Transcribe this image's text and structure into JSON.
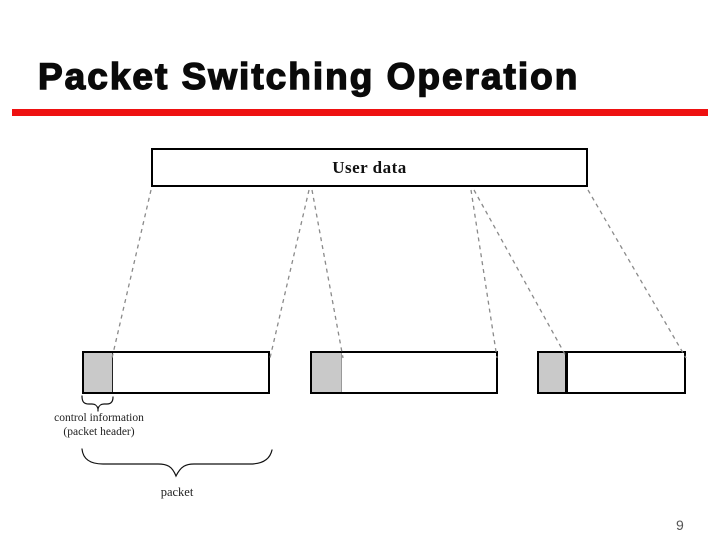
{
  "slide": {
    "title": "Packet Switching Operation",
    "page_number": "9",
    "accent_color": "#ee1111"
  },
  "diagram": {
    "user_data_label": "User data",
    "control_info_line1": "control information",
    "control_info_line2": "(packet header)",
    "packet_label": "packet",
    "packet_header_fill": "#c9c9c9",
    "connector_color": "#8a8a8a",
    "packet_count": 3
  }
}
